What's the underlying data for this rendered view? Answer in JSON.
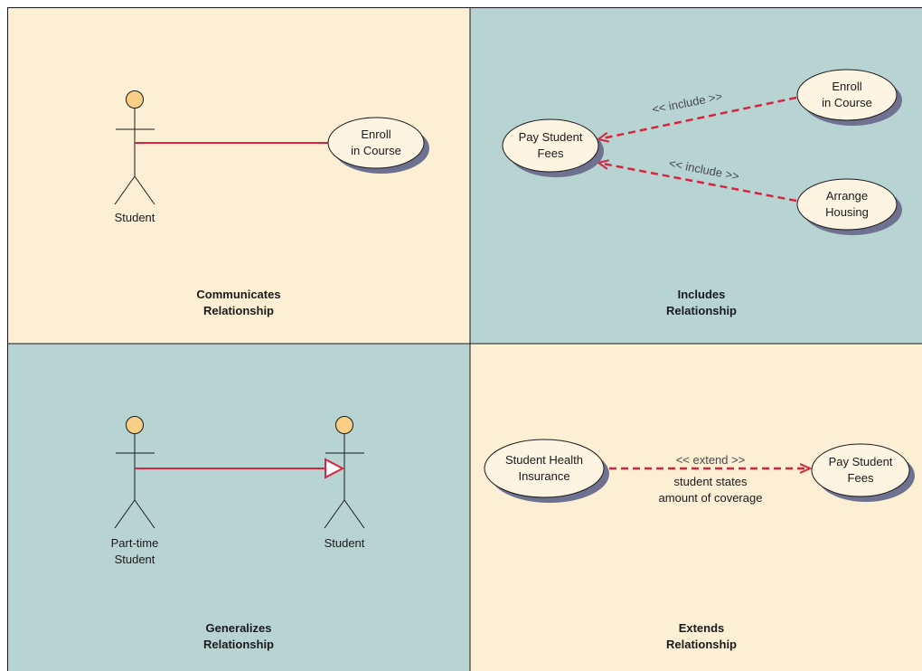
{
  "colors": {
    "panel_warm": "#fdefd3",
    "panel_cool": "#b7d4d3",
    "border": "#1a1a1a",
    "relation": "#d9233f",
    "ellipse_fill": "#fdf4e2",
    "ellipse_shadow": "#6e7290",
    "actor_head": "#f8cf84"
  },
  "panels": {
    "communicates": {
      "title_line1": "Communicates",
      "title_line2": "Relationship",
      "actor_label": "Student",
      "usecase_line1": "Enroll",
      "usecase_line2": "in Course"
    },
    "includes": {
      "title_line1": "Includes",
      "title_line2": "Relationship",
      "base_line1": "Pay Student",
      "base_line2": "Fees",
      "uc1_line1": "Enroll",
      "uc1_line2": "in Course",
      "uc2_line1": "Arrange",
      "uc2_line2": "Housing",
      "stereotype1": "<< include >>",
      "stereotype2": "<< include >>"
    },
    "generalizes": {
      "title_line1": "Generalizes",
      "title_line2": "Relationship",
      "child_line1": "Part-time",
      "child_line2": "Student",
      "parent_label": "Student"
    },
    "extends": {
      "title_line1": "Extends",
      "title_line2": "Relationship",
      "extension_line1": "Student Health",
      "extension_line2": "Insurance",
      "base_line1": "Pay Student",
      "base_line2": "Fees",
      "stereotype": "<< extend >>",
      "condition_line1": "student states",
      "condition_line2": "amount of coverage"
    }
  }
}
